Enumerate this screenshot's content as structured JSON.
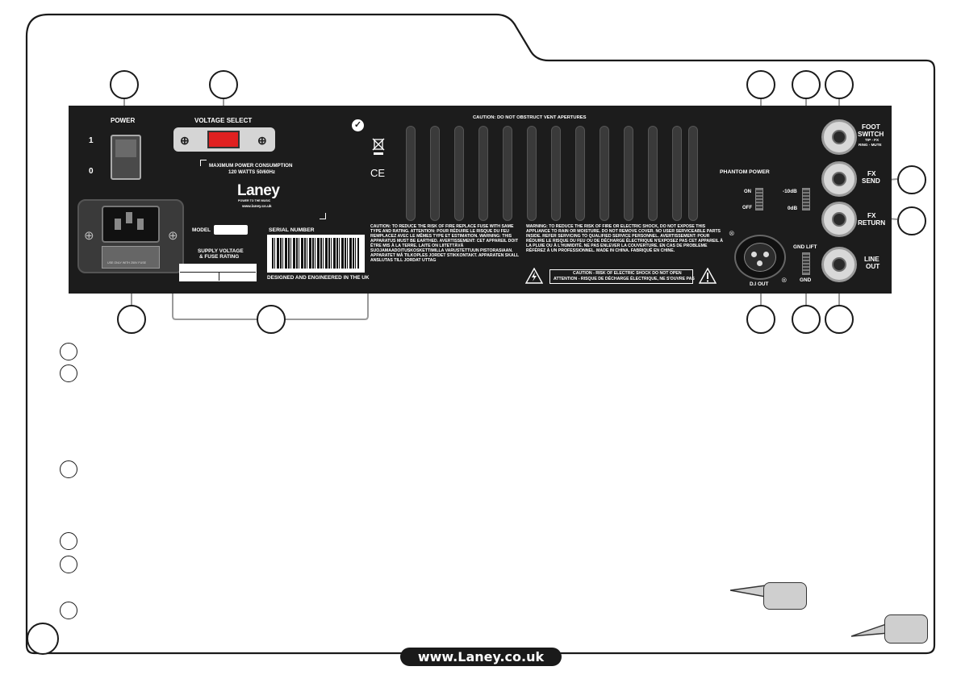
{
  "panel": {
    "power": {
      "label": "POWER",
      "on": "1",
      "off": "0"
    },
    "voltage_select": {
      "label": "VOLTAGE SELECT"
    },
    "max_power": {
      "line1": "MAXIMUM POWER CONSUMPTION",
      "line2": "120 WATTS 50/60Hz"
    },
    "brand": {
      "name": "Laney",
      "tagline": "POWER TO THE MUSIC",
      "web": "www.laney.co.uk"
    },
    "model_label": "MODEL",
    "serial_label": "SERIAL NUMBER",
    "supply_voltage": {
      "line1": "SUPPLY VOLTAGE",
      "line2": "& FUSE RATING"
    },
    "designed": "DESIGNED AND ENGINEERED IN THE UK",
    "vent_caution": "CAUTION: DO NOT OBSTRUCT VENT APERTURES",
    "fuse_warning": "CAUTION: TO REDUCE THE RISK OF FIRE REPLACE FUSE WITH SAME TYPE AND RATING. ATTENTION: POUR RÉDUIRE LE RISQUE DU FEU REMPLACEZ AVEC LE MÊMES TYPE ET ESTIMATION. WARNING: THIS APPARATUS MUST BE EARTHED. AVERTISSEMENT: CET APPAREIL DOIT ÊTRE MIS À LA TERRE. LAITE ON LIITETTÄVÄ SUOJAMAADOITUSKOSKETTIMILLA VARUSTETTUUN PISTORASIAAN. APPARATET MÅ TILKOPLES JORDET STIKKONTAKT. APPARATEN SKALL ANSLUTAS TILL JORDAT UTTAG",
    "shock_warning": "WARNING: TO REDUCE THE RISK OF FIRE OR ELECTRIC SHOCK, DO NOT EXPOSE THIS APPLIANCE TO RAIN OR MOISTURE. DO NOT REMOVE COVER. NO USER SERVICEABLE PARTS INSIDE. REFER SERVICING TO QUALIFIED SERVICE PERSONNEL. AVERTISSEMENT: POUR RÉDUIRE LE RISQUE DU FEU OU DE DÉCHARGE ÉLECTRIQUE N'EXPOSEZ PAS CET APPAREIL À LA PLUIE OU À L'HUMIDITÉ. NE PAS ENLEVER LA COUVERTURE. EN CAS DE PROBLEME RÉFÉREZ À UN PROFESSIONNEL. MADE IN CHINA. FABRIQUÉ EN CHINE.",
    "caution_box": {
      "line1": "CAUTION - RISK OF ELECTRIC SHOCK DO NOT OPEN",
      "line2": "ATTENTION - RISQUE DE DÉCHARGE ÉLECTRIQUE, NE S'OUVRE PAS"
    },
    "fuse_holder_text": "USE ONLY WITH 250V FUSE",
    "ce_mark": "CE",
    "phantom_power": {
      "label": "PHANTOM POWER",
      "on": "ON",
      "off": "OFF"
    },
    "pad": {
      "minus10": "-10dB",
      "zero": "0dB"
    },
    "gnd_lift": {
      "label": "GND LIFT",
      "gnd": "GND"
    },
    "di_out": "D.I OUT",
    "foot_switch": {
      "line1": "FOOT",
      "line2": "SWITCH",
      "line3": "TIP - FX",
      "line4": "RING - MUTE"
    },
    "fx_send": {
      "line1": "FX",
      "line2": "SEND"
    },
    "fx_return": {
      "line1": "FX",
      "line2": "RETURN"
    },
    "line_out": {
      "line1": "LINE",
      "line2": "OUT"
    }
  },
  "footer_url": "www.Laney.co.uk",
  "colors": {
    "panel": "#1c1c1c",
    "outline": "#1a1a1a",
    "fuse_red": "#e02020",
    "bubble": "#cfcfcf"
  }
}
